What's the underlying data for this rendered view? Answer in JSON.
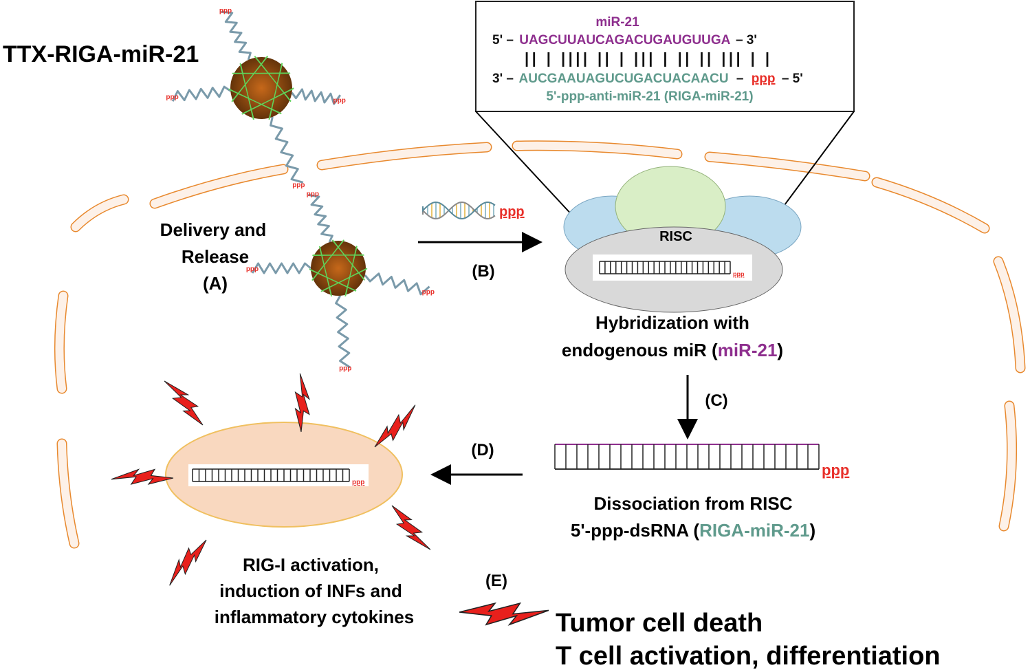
{
  "title": "TTX-RIGA-miR-21",
  "ppp_label": "ppp",
  "sequence_box": {
    "mir_label": "miR-21",
    "top_5": "5' –",
    "top_seq": "UAGCUUAUCAGACUGAUGUUGA",
    "top_3": "– 3'",
    "pairing": "|| | |||| || | ||| | || || ||| | |",
    "bottom_3": "3' –",
    "bottom_seq": "AUCGAAUAGUCUGACUACAACU",
    "bottom_dash": "–",
    "bottom_ppp": "ppp",
    "bottom_5": "– 5'",
    "anti_label": "5'-ppp-anti-miR-21 (RIGA-miR-21)"
  },
  "step_a": {
    "line1": "Delivery and",
    "line2": "Release",
    "label": "(A)"
  },
  "step_b": {
    "label": "(B)"
  },
  "risc": {
    "label": "RISC"
  },
  "hybridization": {
    "line1": "Hybridization with",
    "line2_prefix": "endogenous miR (",
    "line2_mir": "miR-21",
    "line2_suffix": ")"
  },
  "step_c": {
    "label": "(C)"
  },
  "dissociation": {
    "line1": "Dissociation from RISC",
    "line2_prefix": "5'-ppp-dsRNA (",
    "line2_riga": "RIGA-miR-21",
    "line2_suffix": ")"
  },
  "step_d": {
    "label": "(D)"
  },
  "rig_i": {
    "line1": "RIG-I activation,",
    "line2": "induction of INFs and",
    "line3": "inflammatory cytokines"
  },
  "step_e": {
    "label": "(E)"
  },
  "outcome": {
    "line1": "Tumor cell death",
    "line2": "T cell activation, differentiation"
  },
  "colors": {
    "mir21_purple": "#8e2f8e",
    "riga_teal": "#5f9a8c",
    "ppp_red": "#e8302a",
    "membrane_orange": "#e8892e",
    "membrane_fill": "#fdf1e8",
    "risc_gray": "#d9d9d9",
    "risc_blue": "#bcdcee",
    "risc_green": "#d9eec6",
    "rig_ellipse": "#f9d8bf",
    "bolt_red": "#e8201c",
    "nanoparticle": "#8a4a10"
  }
}
